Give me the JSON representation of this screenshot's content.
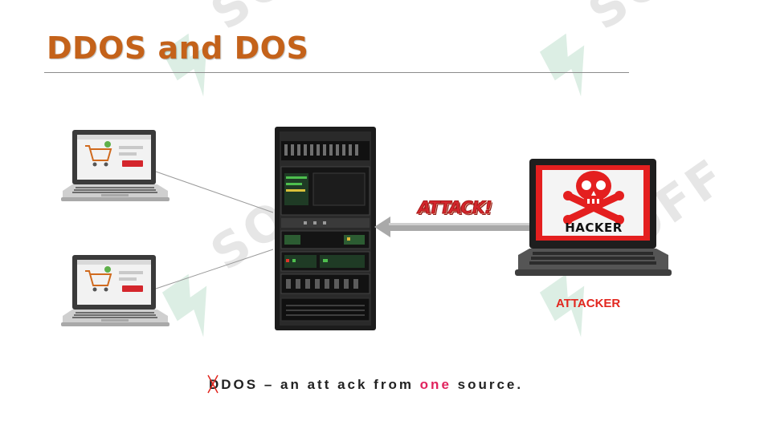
{
  "slide": {
    "title": "DDOS and DOS",
    "watermark": "SOFF",
    "attack_label": "ATTACK!",
    "hacker_screen_text": "HACKER",
    "attacker_label": "ATTACKER",
    "caption": {
      "first_letter": "D",
      "before": "DOS – an att ack from ",
      "highlight": "one",
      "after": " source."
    }
  },
  "colors": {
    "title": "#c4621a",
    "accent_red": "#e2261e",
    "highlight_pink": "#e0245e",
    "watermark_green": "#2d9a5c"
  }
}
